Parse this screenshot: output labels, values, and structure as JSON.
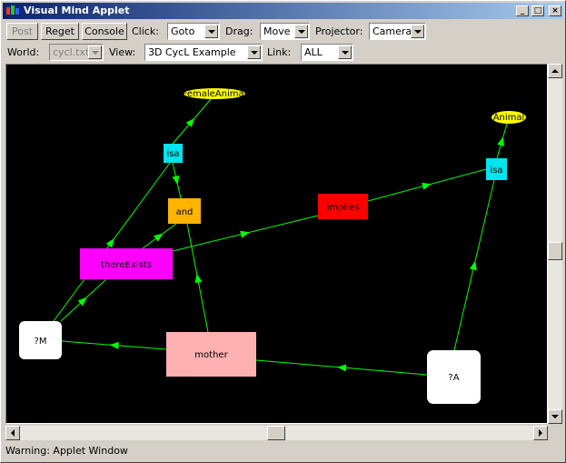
{
  "window": {
    "title": "Visual Mind Applet"
  },
  "toolbar": {
    "post_label": "Post",
    "reget_label": "Reget",
    "console_label": "Console",
    "click_label": "Click:",
    "click_value": "Goto",
    "drag_label": "Drag:",
    "drag_value": "Move",
    "projector_label": "Projector:",
    "projector_value": "Camera"
  },
  "toolbar2": {
    "world_label": "World:",
    "world_value": "cycl.txt",
    "view_label": "View:",
    "view_value": "3D CycL Example",
    "link_label": "Link:",
    "link_value": "ALL"
  },
  "graph": {
    "nodes": {
      "female_animal": "FemaleAnimal",
      "animal": "Animal",
      "isa_left": "isa",
      "isa_right": "isa",
      "and": "and",
      "implies": "implies",
      "there_exists": "thereExists",
      "var_m": "?M",
      "mother": "mother",
      "var_a": "?A"
    },
    "colors": {
      "edge": "#00ff00",
      "female_animal": "#ffff00",
      "animal": "#ffff00",
      "isa": "#00e5ee",
      "and": "#ffb400",
      "implies": "#ff0000",
      "there_exists": "#ff00ff",
      "variable": "#ffffff",
      "mother": "#ffb0b0"
    }
  },
  "status": {
    "text": "Warning: Applet Window"
  }
}
